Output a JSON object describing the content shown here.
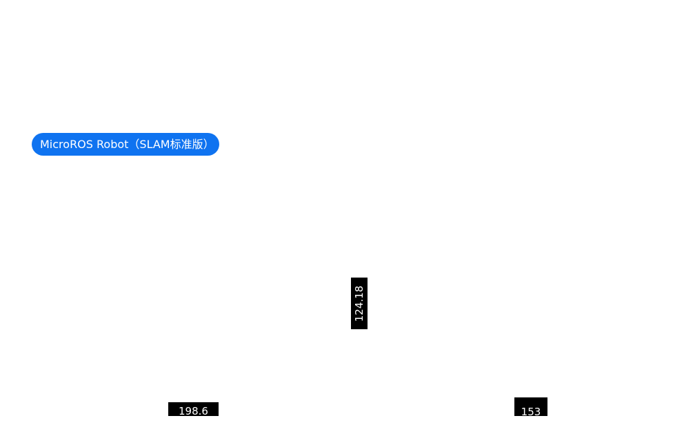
{
  "product": {
    "name": "MicroROS Robot（SLAM标准版）",
    "accent_color": "#0f73f0"
  },
  "dimensions": {
    "width": "198.6",
    "height": "124.18",
    "depth": "153"
  }
}
